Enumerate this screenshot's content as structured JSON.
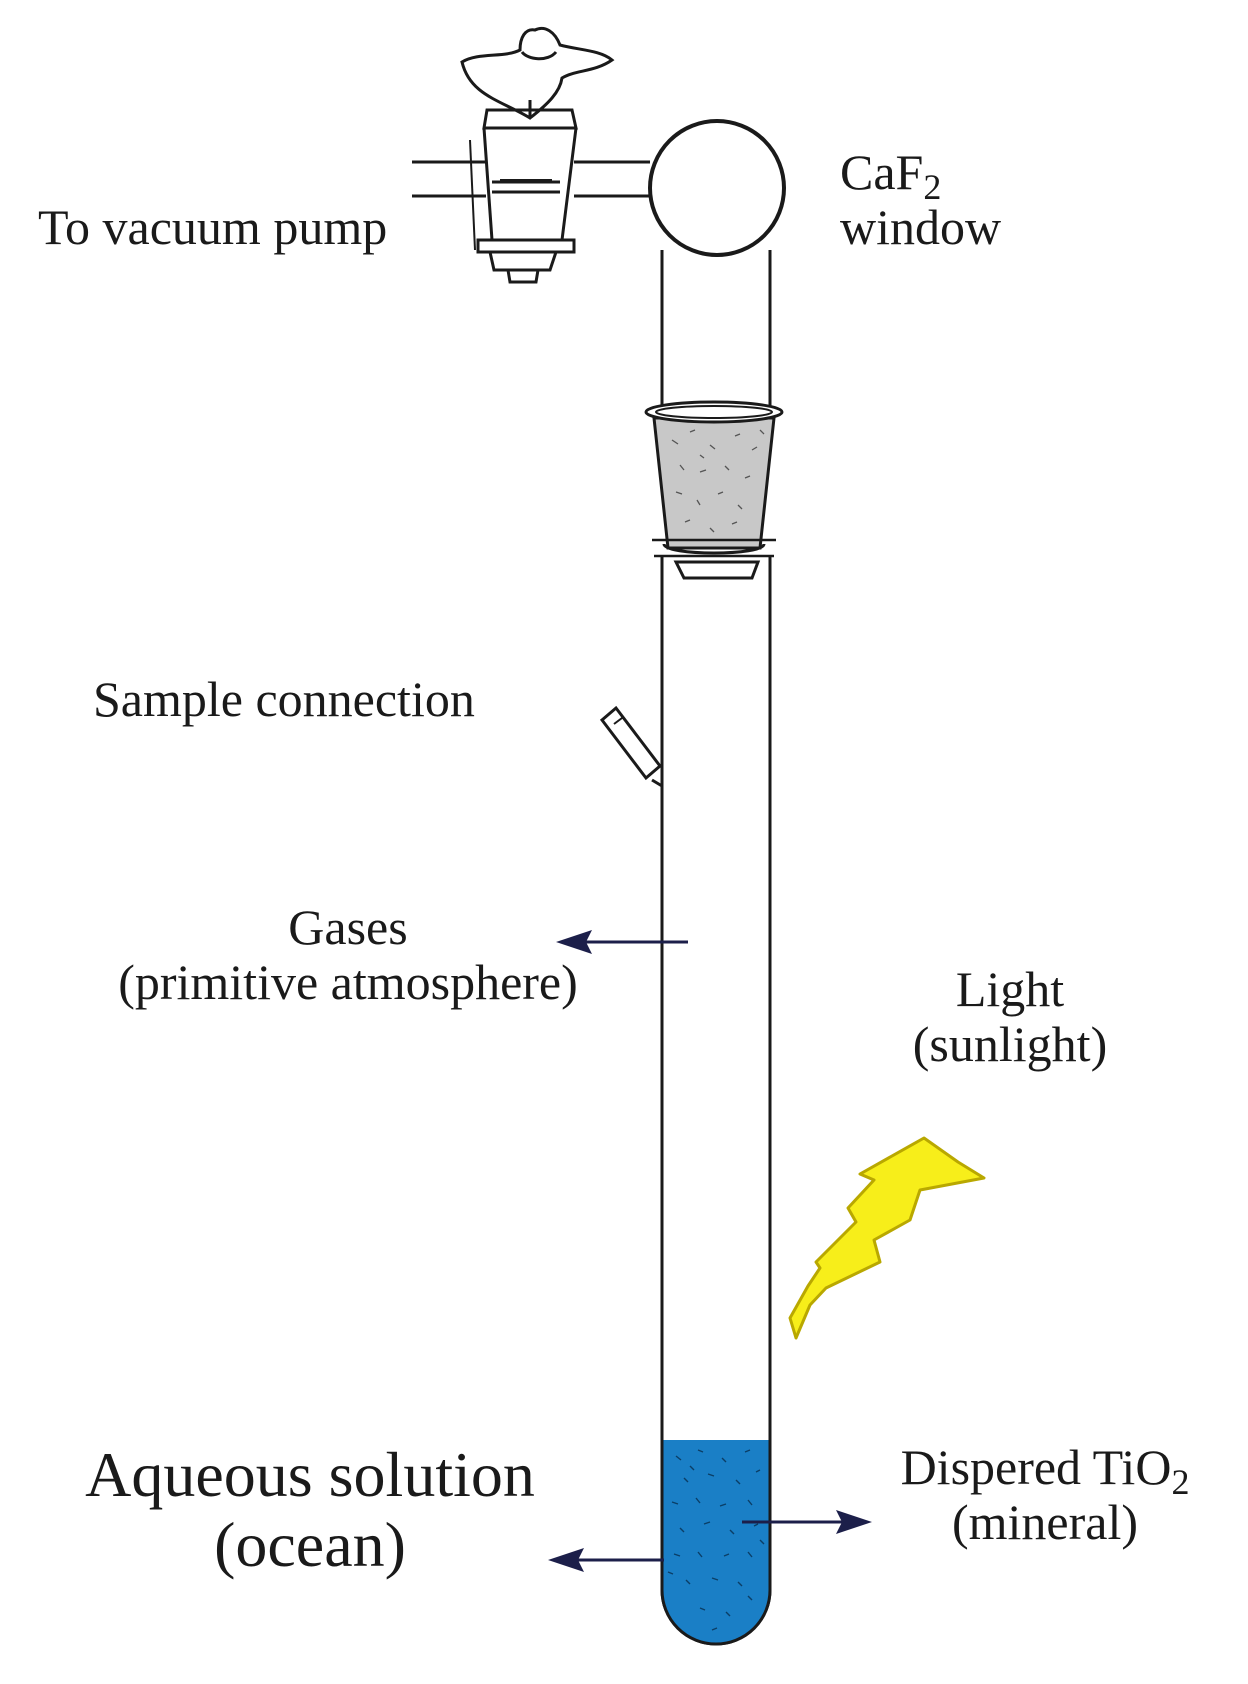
{
  "labels": {
    "vacuum_pump": "To vacuum pump",
    "caf2_main": "CaF",
    "caf2_sub": "2",
    "caf2_line2": "window",
    "sample_connection": "Sample connection",
    "gases_line1": "Gases",
    "gases_line2": "(primitive atmosphere)",
    "light_line1": "Light",
    "light_line2": "(sunlight)",
    "aqueous_line1": "Aqueous solution",
    "aqueous_line2": "(ocean)",
    "tio2_main": "Dispered TiO",
    "tio2_sub": "2",
    "tio2_line2": "(mineral)"
  },
  "colors": {
    "ink": "#1a1a1a",
    "arrow": "#1c1f4a",
    "solution": "#1a7fc6",
    "lightning_fill": "#f7ee1a",
    "lightning_stroke": "#b9a800",
    "frit": "#bdbdbd"
  }
}
